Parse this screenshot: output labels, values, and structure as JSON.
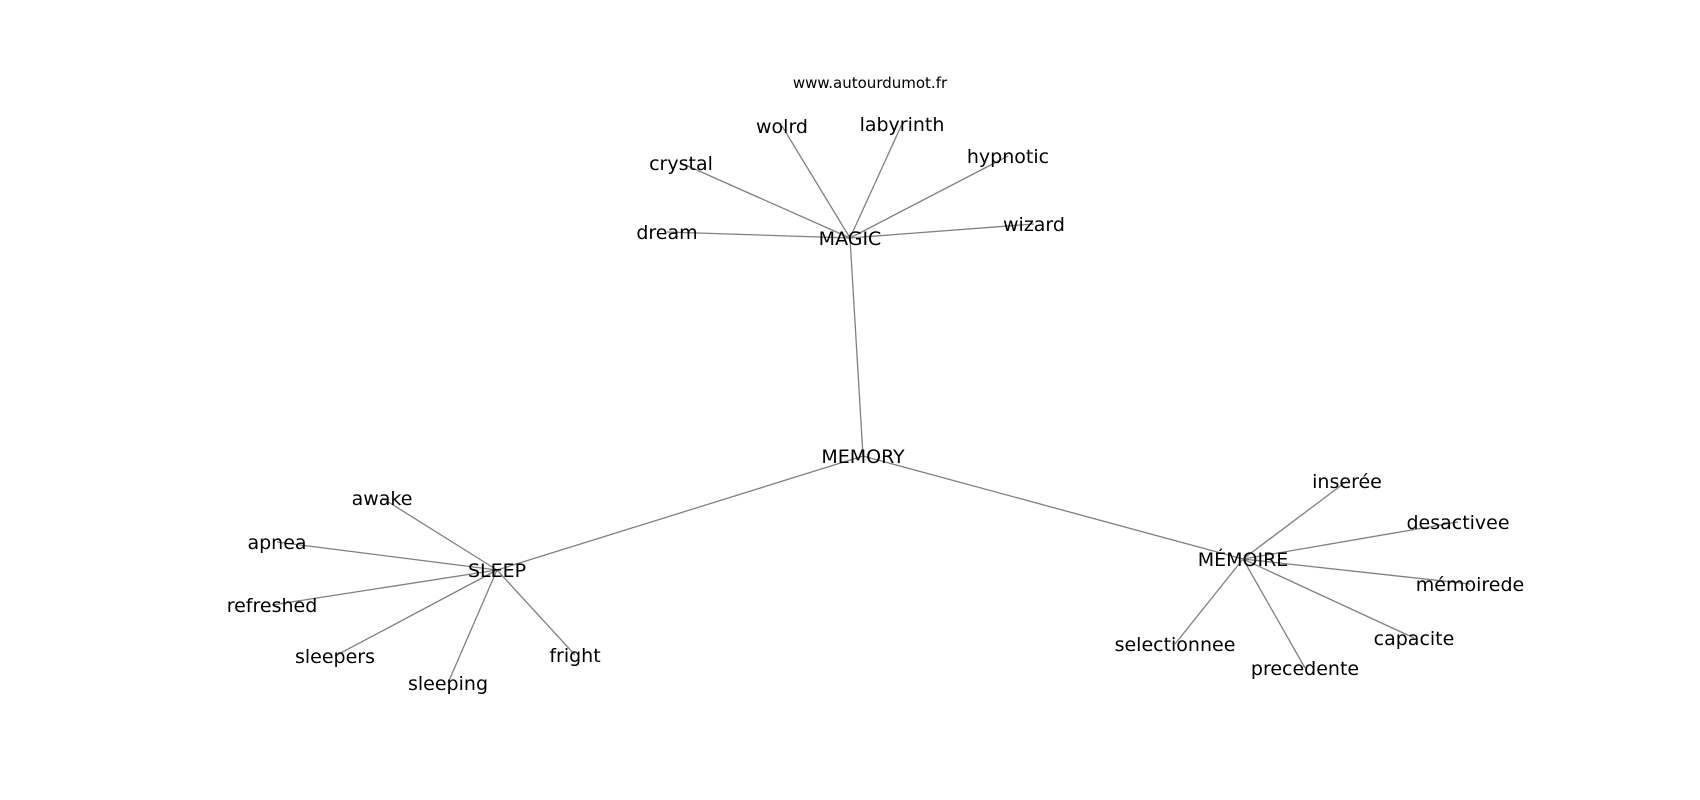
{
  "site": "www.autourdumot.fr",
  "center": "MEMORY",
  "groups": [
    {
      "hub": "MAGIC",
      "words": [
        "dream",
        "crystal",
        "wolrd",
        "labyrinth",
        "hypnotic",
        "wizard"
      ]
    },
    {
      "hub": "SLEEP",
      "words": [
        "awake",
        "apnea",
        "refreshed",
        "sleepers",
        "sleeping",
        "fright"
      ]
    },
    {
      "hub": "MÉMOIRE",
      "words": [
        "inserée",
        "desactivee",
        "mémoirede",
        "capacite",
        "precedente",
        "selectionnee"
      ]
    }
  ]
}
